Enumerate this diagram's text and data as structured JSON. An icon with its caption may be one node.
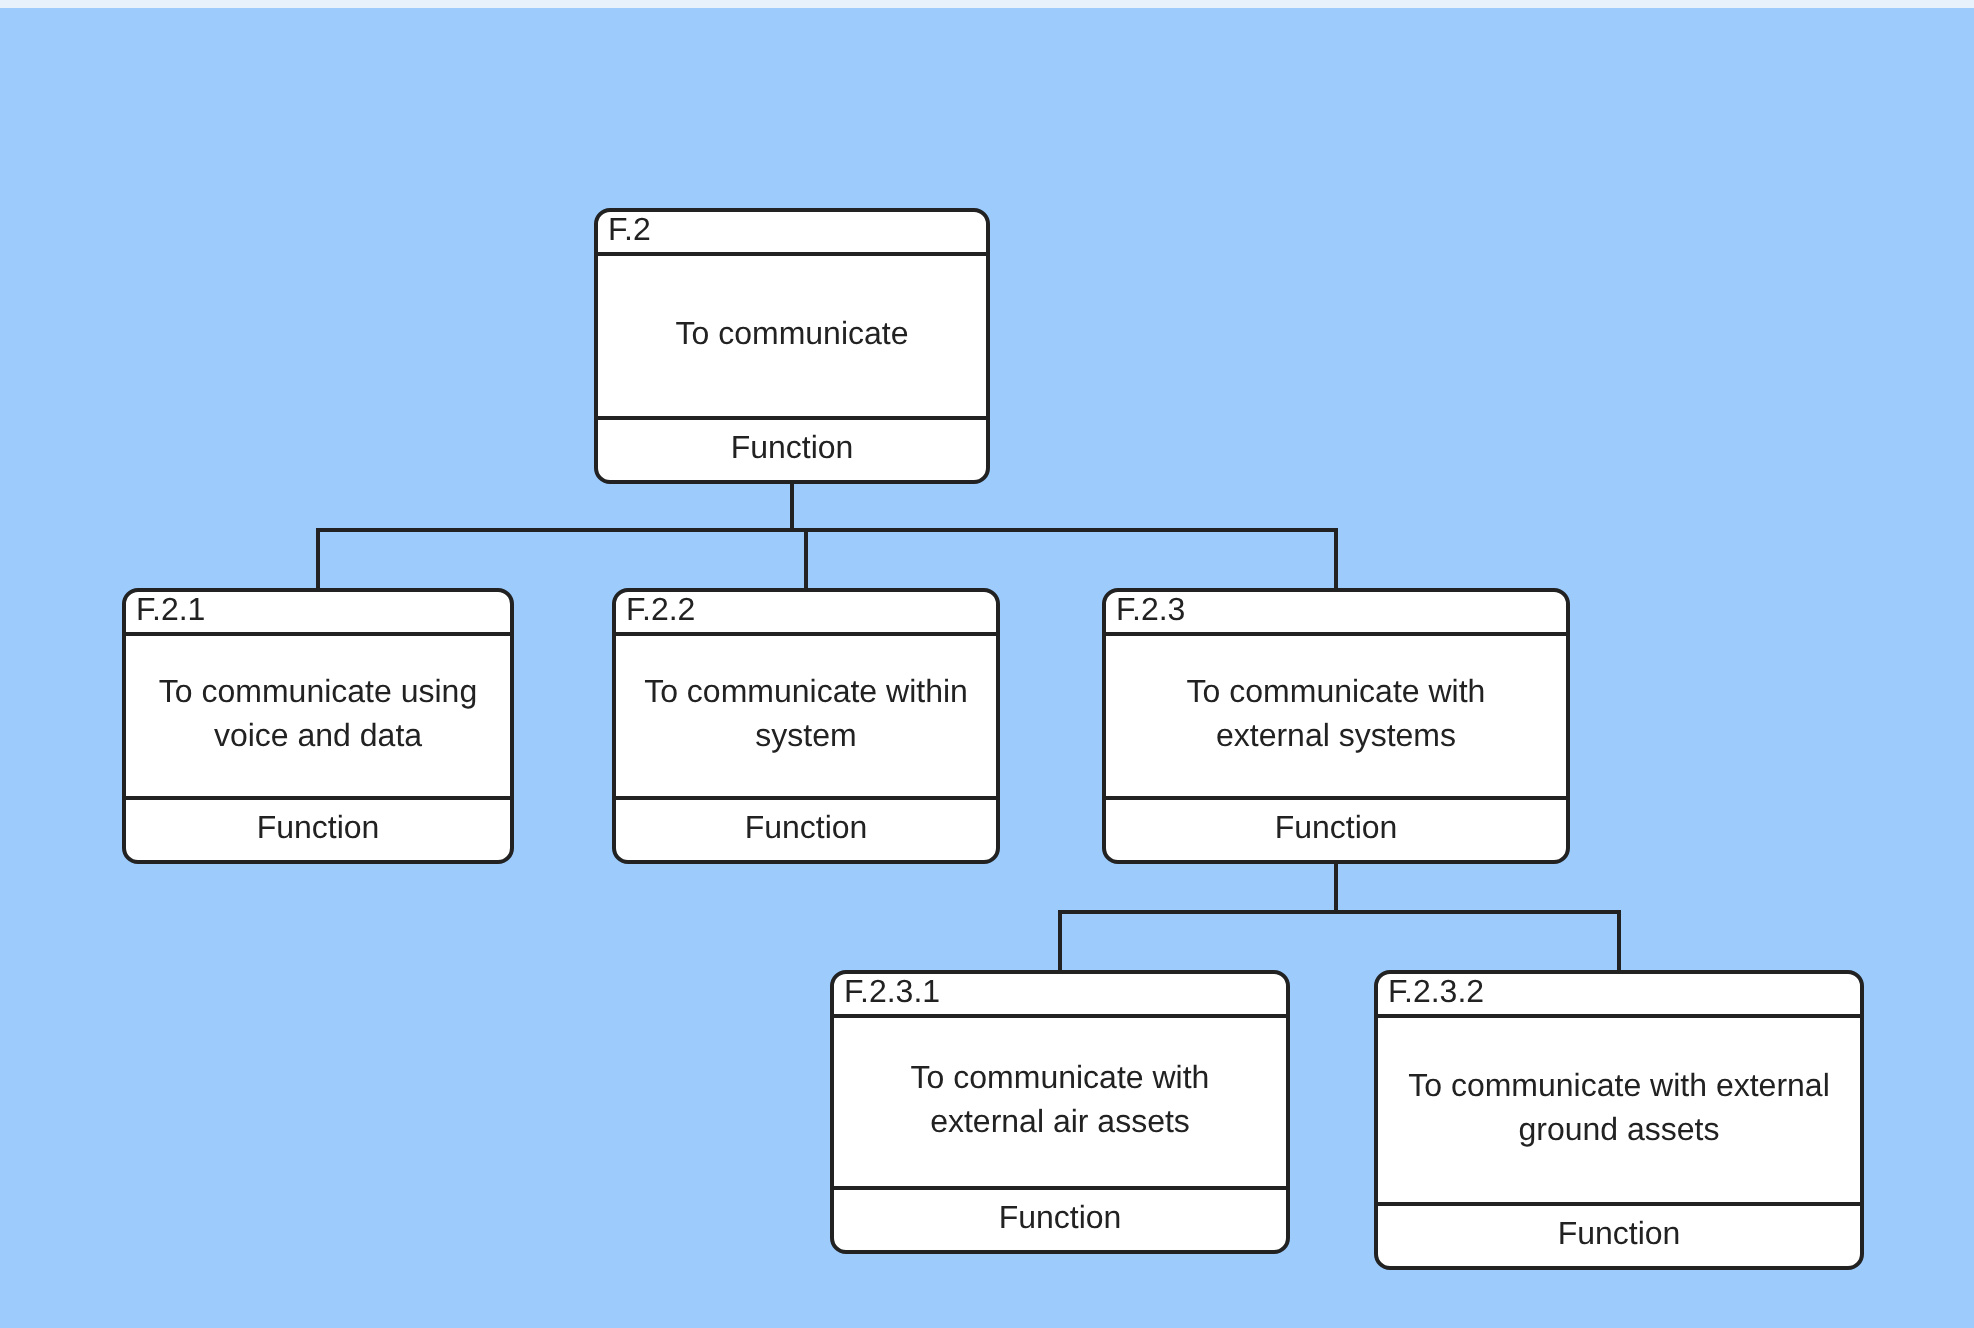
{
  "diagram": {
    "nodes": [
      {
        "text": [
          "F.2",
          "To communicate",
          "Function"
        ]
      },
      {
        "text": [
          "F.2.1",
          "To communicate using voice and data",
          "Function"
        ]
      },
      {
        "text": [
          "F.2.2",
          "To communicate within system",
          "Function"
        ]
      },
      {
        "text": [
          "F.2.3",
          "To communicate with external systems",
          "Function"
        ]
      },
      {
        "text": [
          "F.2.3.1",
          "To communicate with external air assets",
          "Function"
        ]
      },
      {
        "text": [
          "F.2.3.2",
          "To communicate with external ground assets",
          "Function"
        ]
      }
    ],
    "edges": [
      {
        "from": 0,
        "to": 1,
        "arrow": "none"
      },
      {
        "from": 0,
        "to": 2,
        "arrow": "none"
      },
      {
        "from": 0,
        "to": 3,
        "arrow": "none"
      },
      {
        "from": 3,
        "to": 4,
        "arrow": "none"
      },
      {
        "from": 3,
        "to": 5,
        "arrow": "none"
      }
    ]
  }
}
